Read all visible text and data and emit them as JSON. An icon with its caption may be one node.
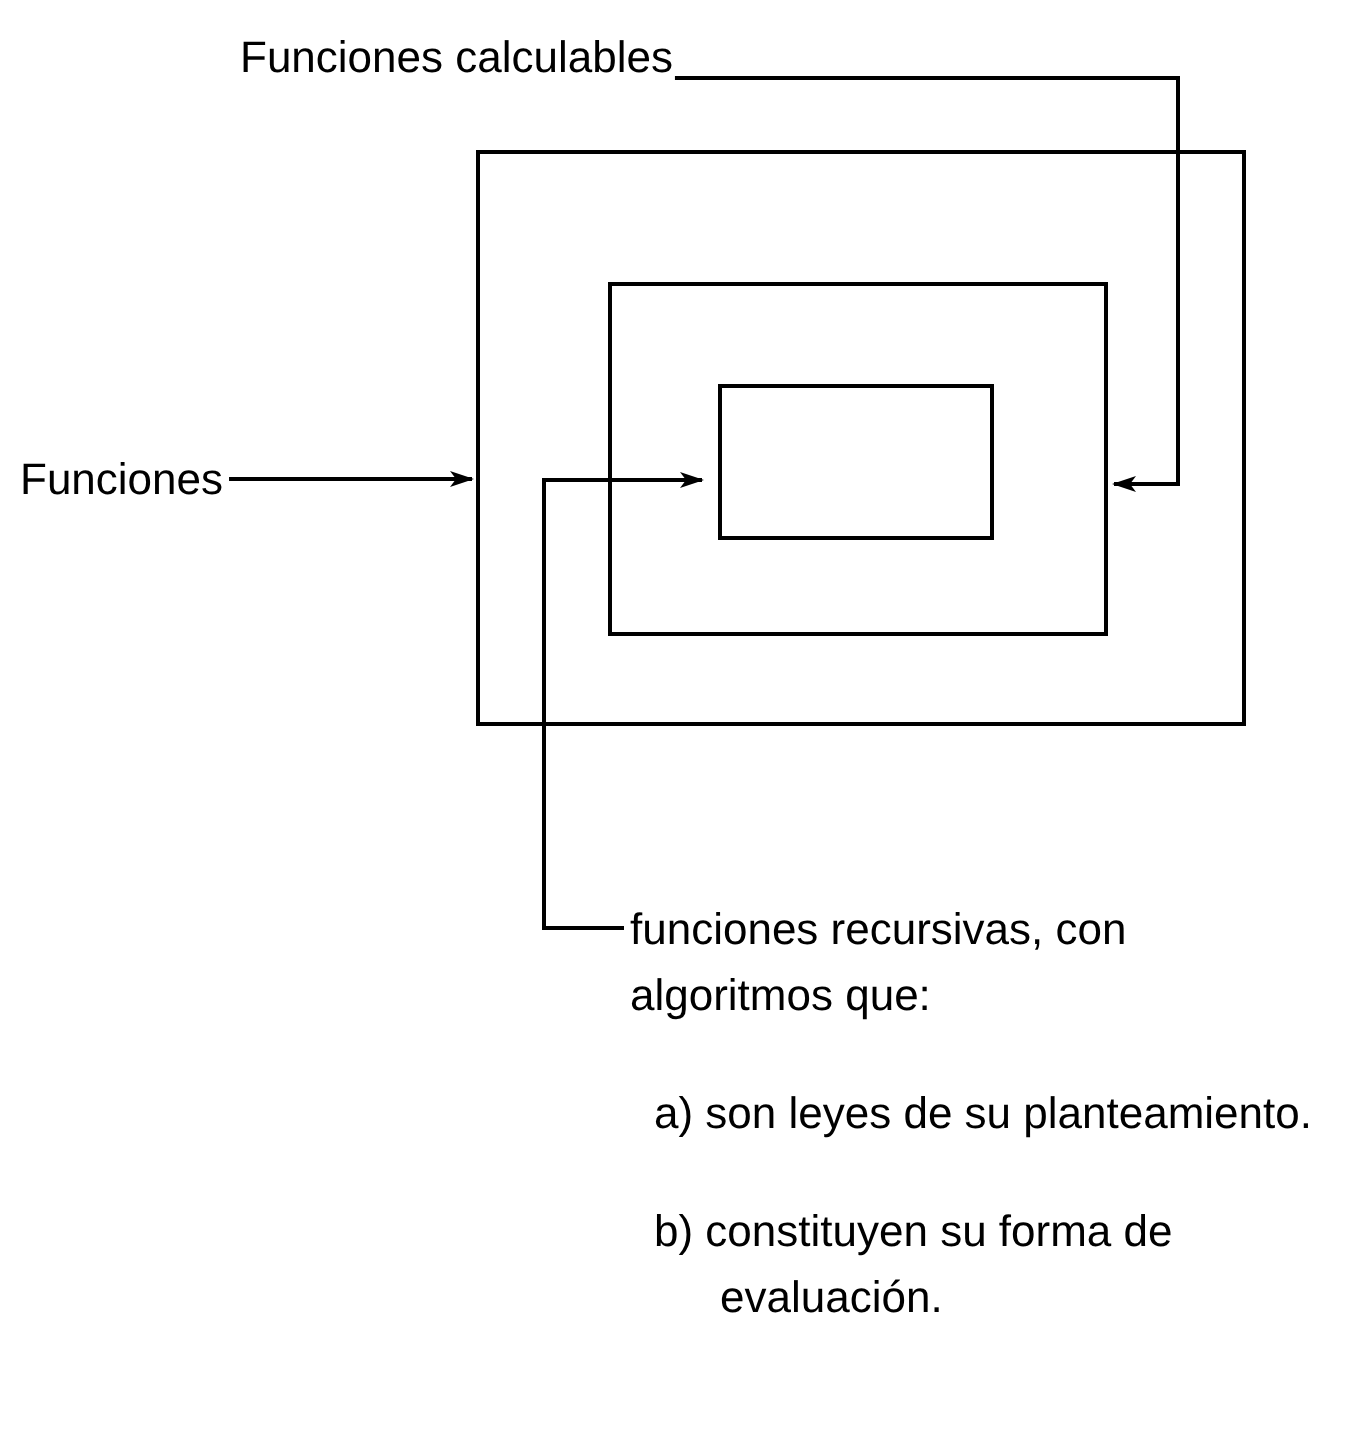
{
  "diagram": {
    "nodes": [
      {
        "text": [
          "Funciones calculables"
        ]
      },
      {
        "text": [
          "Funciones"
        ]
      },
      {
        "text": [],
        "shape": "box"
      },
      {
        "text": [],
        "shape": "box",
        "in": 2
      },
      {
        "text": [],
        "shape": "box",
        "in": 3
      },
      {
        "text": [
          "funciones recursivas, con algoritmos que:",
          "a) son leyes de su planteamiento.",
          "b) constituyen su forma de evaluación."
        ]
      }
    ],
    "edges": [
      {
        "from": 1,
        "to": 2,
        "arrow": "to"
      },
      {
        "from": 0,
        "to": 3,
        "arrow": "to"
      },
      {
        "from": 5,
        "to": 4,
        "arrow": "to"
      }
    ]
  }
}
